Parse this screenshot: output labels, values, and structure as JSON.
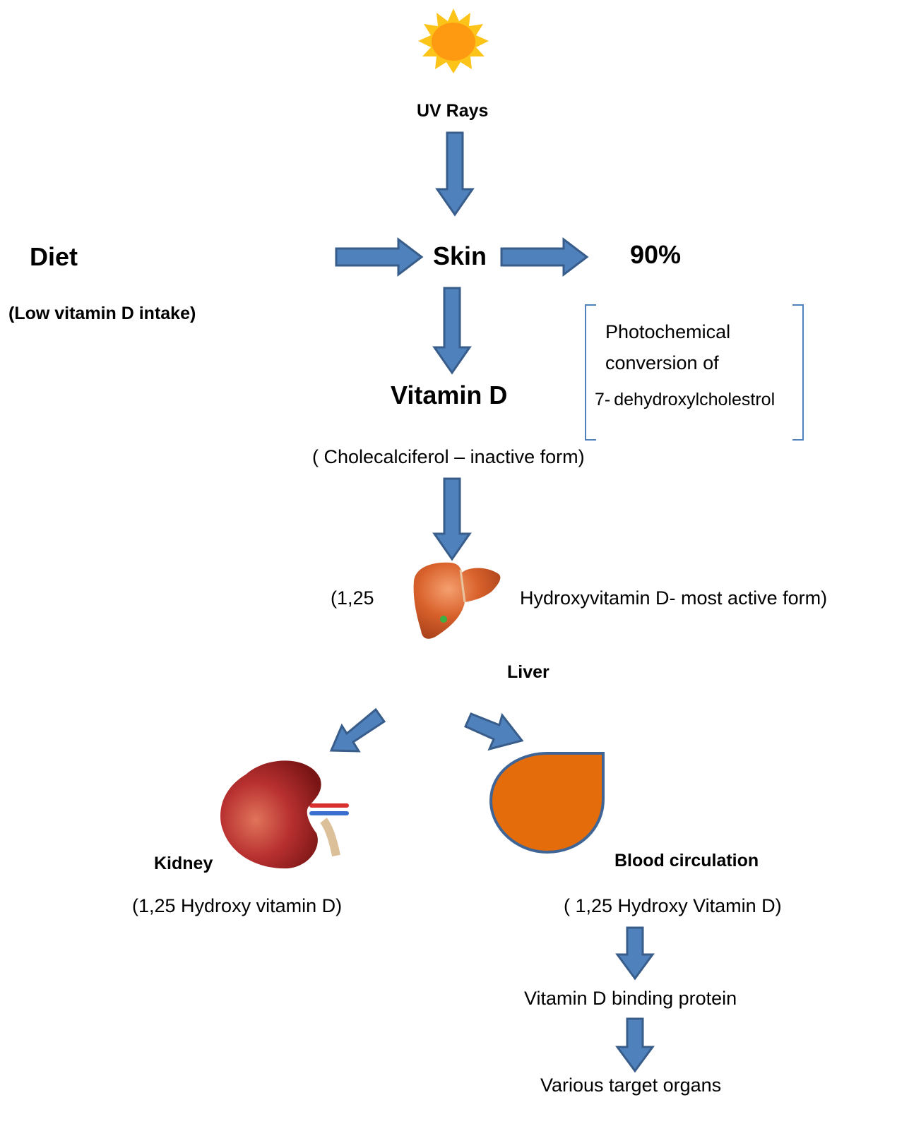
{
  "diagram": {
    "title": "Vitamin D metabolism pathway",
    "nodes": {
      "uv_rays": "UV Rays",
      "diet": "Diet",
      "diet_note": "(Low vitamin D intake)",
      "skin": "Skin",
      "percent": "90%",
      "photochem_line1": "Photochemical",
      "photochem_line2": "conversion of",
      "photochem_line3": "7- dehydroxylcholestrol",
      "vitamin_d": "Vitamin D",
      "cholecalciferol": "( Cholecalciferol – inactive form)",
      "liver_left": "(1,25",
      "liver_right": "Hydroxyvitamin D- most active form)",
      "liver": "Liver",
      "kidney": "Kidney",
      "kidney_note": "(1,25 Hydroxy vitamin D)",
      "blood": "Blood circulation",
      "blood_note": "( 1,25 Hydroxy Vitamin D)",
      "binding_protein": "Vitamin D binding protein",
      "targets": "Various target organs"
    },
    "edges": [
      {
        "from": "UV Rays",
        "to": "Skin"
      },
      {
        "from": "Diet",
        "to": "Skin"
      },
      {
        "from": "Skin",
        "to": "90%"
      },
      {
        "from": "Skin",
        "to": "Vitamin D"
      },
      {
        "from": "Vitamin D",
        "to": "Liver"
      },
      {
        "from": "Liver",
        "to": "Kidney"
      },
      {
        "from": "Liver",
        "to": "Blood circulation"
      },
      {
        "from": "Blood circulation",
        "to": "Vitamin D binding protein"
      },
      {
        "from": "Vitamin D binding protein",
        "to": "Various target organs"
      }
    ],
    "colors": {
      "arrow_fill": "#4f81bd",
      "arrow_stroke": "#385d8a",
      "blood_fill": "#e46c0a",
      "sun_ray": "#fcc419",
      "sun_core": "#fd9a12",
      "bracket": "#4f81bd"
    }
  }
}
